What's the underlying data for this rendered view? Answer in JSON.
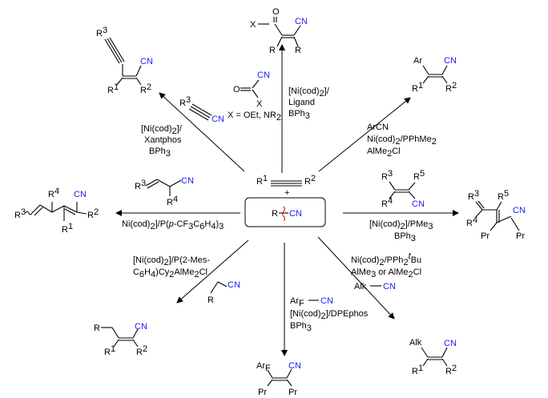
{
  "center": {
    "alkyne": {
      "r1": "R",
      "r1_sup": "1",
      "r2": "R",
      "r2_sup": "2",
      "plus": "+"
    },
    "nitrile": {
      "r": "R",
      "cn": "CN"
    }
  },
  "arrows": {
    "top": {
      "product": {
        "x": "X",
        "o": "O",
        "cn": "CN",
        "r1": "R",
        "r2": "R"
      },
      "reagent": {
        "cn": "CN",
        "o": "O",
        "x": "X",
        "cond": "X = OEt, NR",
        "cond_sub": "2"
      },
      "catalyst": [
        "[Ni(cod)",
        "2",
        "]/",
        "Ligand",
        "BPh",
        "3"
      ]
    },
    "top_left": {
      "product": {
        "r3": "R",
        "r3_sup": "3",
        "cn": "CN",
        "r1": "R",
        "r1_sup": "1",
        "r2": "R",
        "r2_sup": "2"
      },
      "reagent": {
        "r3": "R",
        "r3_sup": "3",
        "cn": "CN"
      },
      "catalyst": [
        "[Ni(cod)",
        "2",
        "]/",
        "Xantphos",
        "BPh",
        "3"
      ]
    },
    "top_right": {
      "product": {
        "ar": "Ar",
        "cn": "CN",
        "r1": "R",
        "r1_sup": "1",
        "r2": "R",
        "r2_sup": "2"
      },
      "reagent": {
        "ar": "Ar",
        "cn": "CN"
      },
      "catalyst": [
        "Ni(cod)",
        "2",
        "/PPhMe",
        "2",
        "AlMe",
        "2",
        "Cl"
      ]
    },
    "left": {
      "product": {
        "r3": "R",
        "r3_sup": "3",
        "r4": "R",
        "r4_sup": "4",
        "cn": "CN",
        "r2": "R",
        "r2_sup": "2",
        "r1": "R",
        "r1_sup": "1"
      },
      "reagent": {
        "r3": "R",
        "r3_sup": "3",
        "r4": "R",
        "r4_sup": "4",
        "cn": "CN"
      },
      "catalyst": [
        "Ni(cod)",
        "2",
        "]/P(",
        "p",
        "-CF",
        "3",
        "C",
        "6",
        "H",
        "4",
        ")",
        "3"
      ]
    },
    "right": {
      "product": {
        "r3": "R",
        "r3_sup": "3",
        "r5": "R",
        "r5_sup": "5",
        "r4": "R",
        "r4_sup": "4",
        "cn": "CN",
        "pr1": "Pr",
        "pr2": "Pr"
      },
      "reagent": {
        "r3": "R",
        "r3_sup": "3",
        "r5": "R",
        "r5_sup": "5",
        "r4": "R",
        "r4_sup": "4",
        "cn": "CN"
      },
      "catalyst": [
        "[Ni(cod)",
        "2",
        "]/PMe",
        "3",
        "BPh",
        "3"
      ]
    },
    "bottom_left": {
      "product": {
        "r": "R",
        "cn": "CN",
        "r1": "R",
        "r1_sup": "1",
        "r2": "R",
        "r2_sup": "2"
      },
      "reagent": {
        "r": "R",
        "cn": "CN"
      },
      "catalyst": [
        "[Ni(cod)",
        "2",
        "]/P(2-Mes-",
        "C",
        "6",
        "H",
        "4",
        ")Cy",
        "2",
        "AlMe",
        "2",
        "Cl"
      ]
    },
    "bottom": {
      "product": {
        "ar": "Ar",
        "ar_sub": "F",
        "cn": "CN",
        "pr1": "Pr",
        "pr2": "Pr"
      },
      "reagent": {
        "ar": "Ar",
        "ar_sub": "F",
        "cn": "CN"
      },
      "catalyst": [
        "[Ni(cod)",
        "2",
        "]/DPEphos",
        "BPh",
        "3"
      ]
    },
    "bottom_right": {
      "product": {
        "alk": "Alk",
        "cn": "CN",
        "r1": "R",
        "r1_sup": "1",
        "r2": "R",
        "r2_sup": "2"
      },
      "reagent": {
        "alk": "Alk",
        "cn": "CN"
      },
      "catalyst": [
        "Ni(cod)",
        "2",
        "/PPh",
        "2",
        "t",
        "Bu",
        "AlMe",
        "3",
        " or AlMe",
        "2",
        "Cl"
      ]
    }
  }
}
